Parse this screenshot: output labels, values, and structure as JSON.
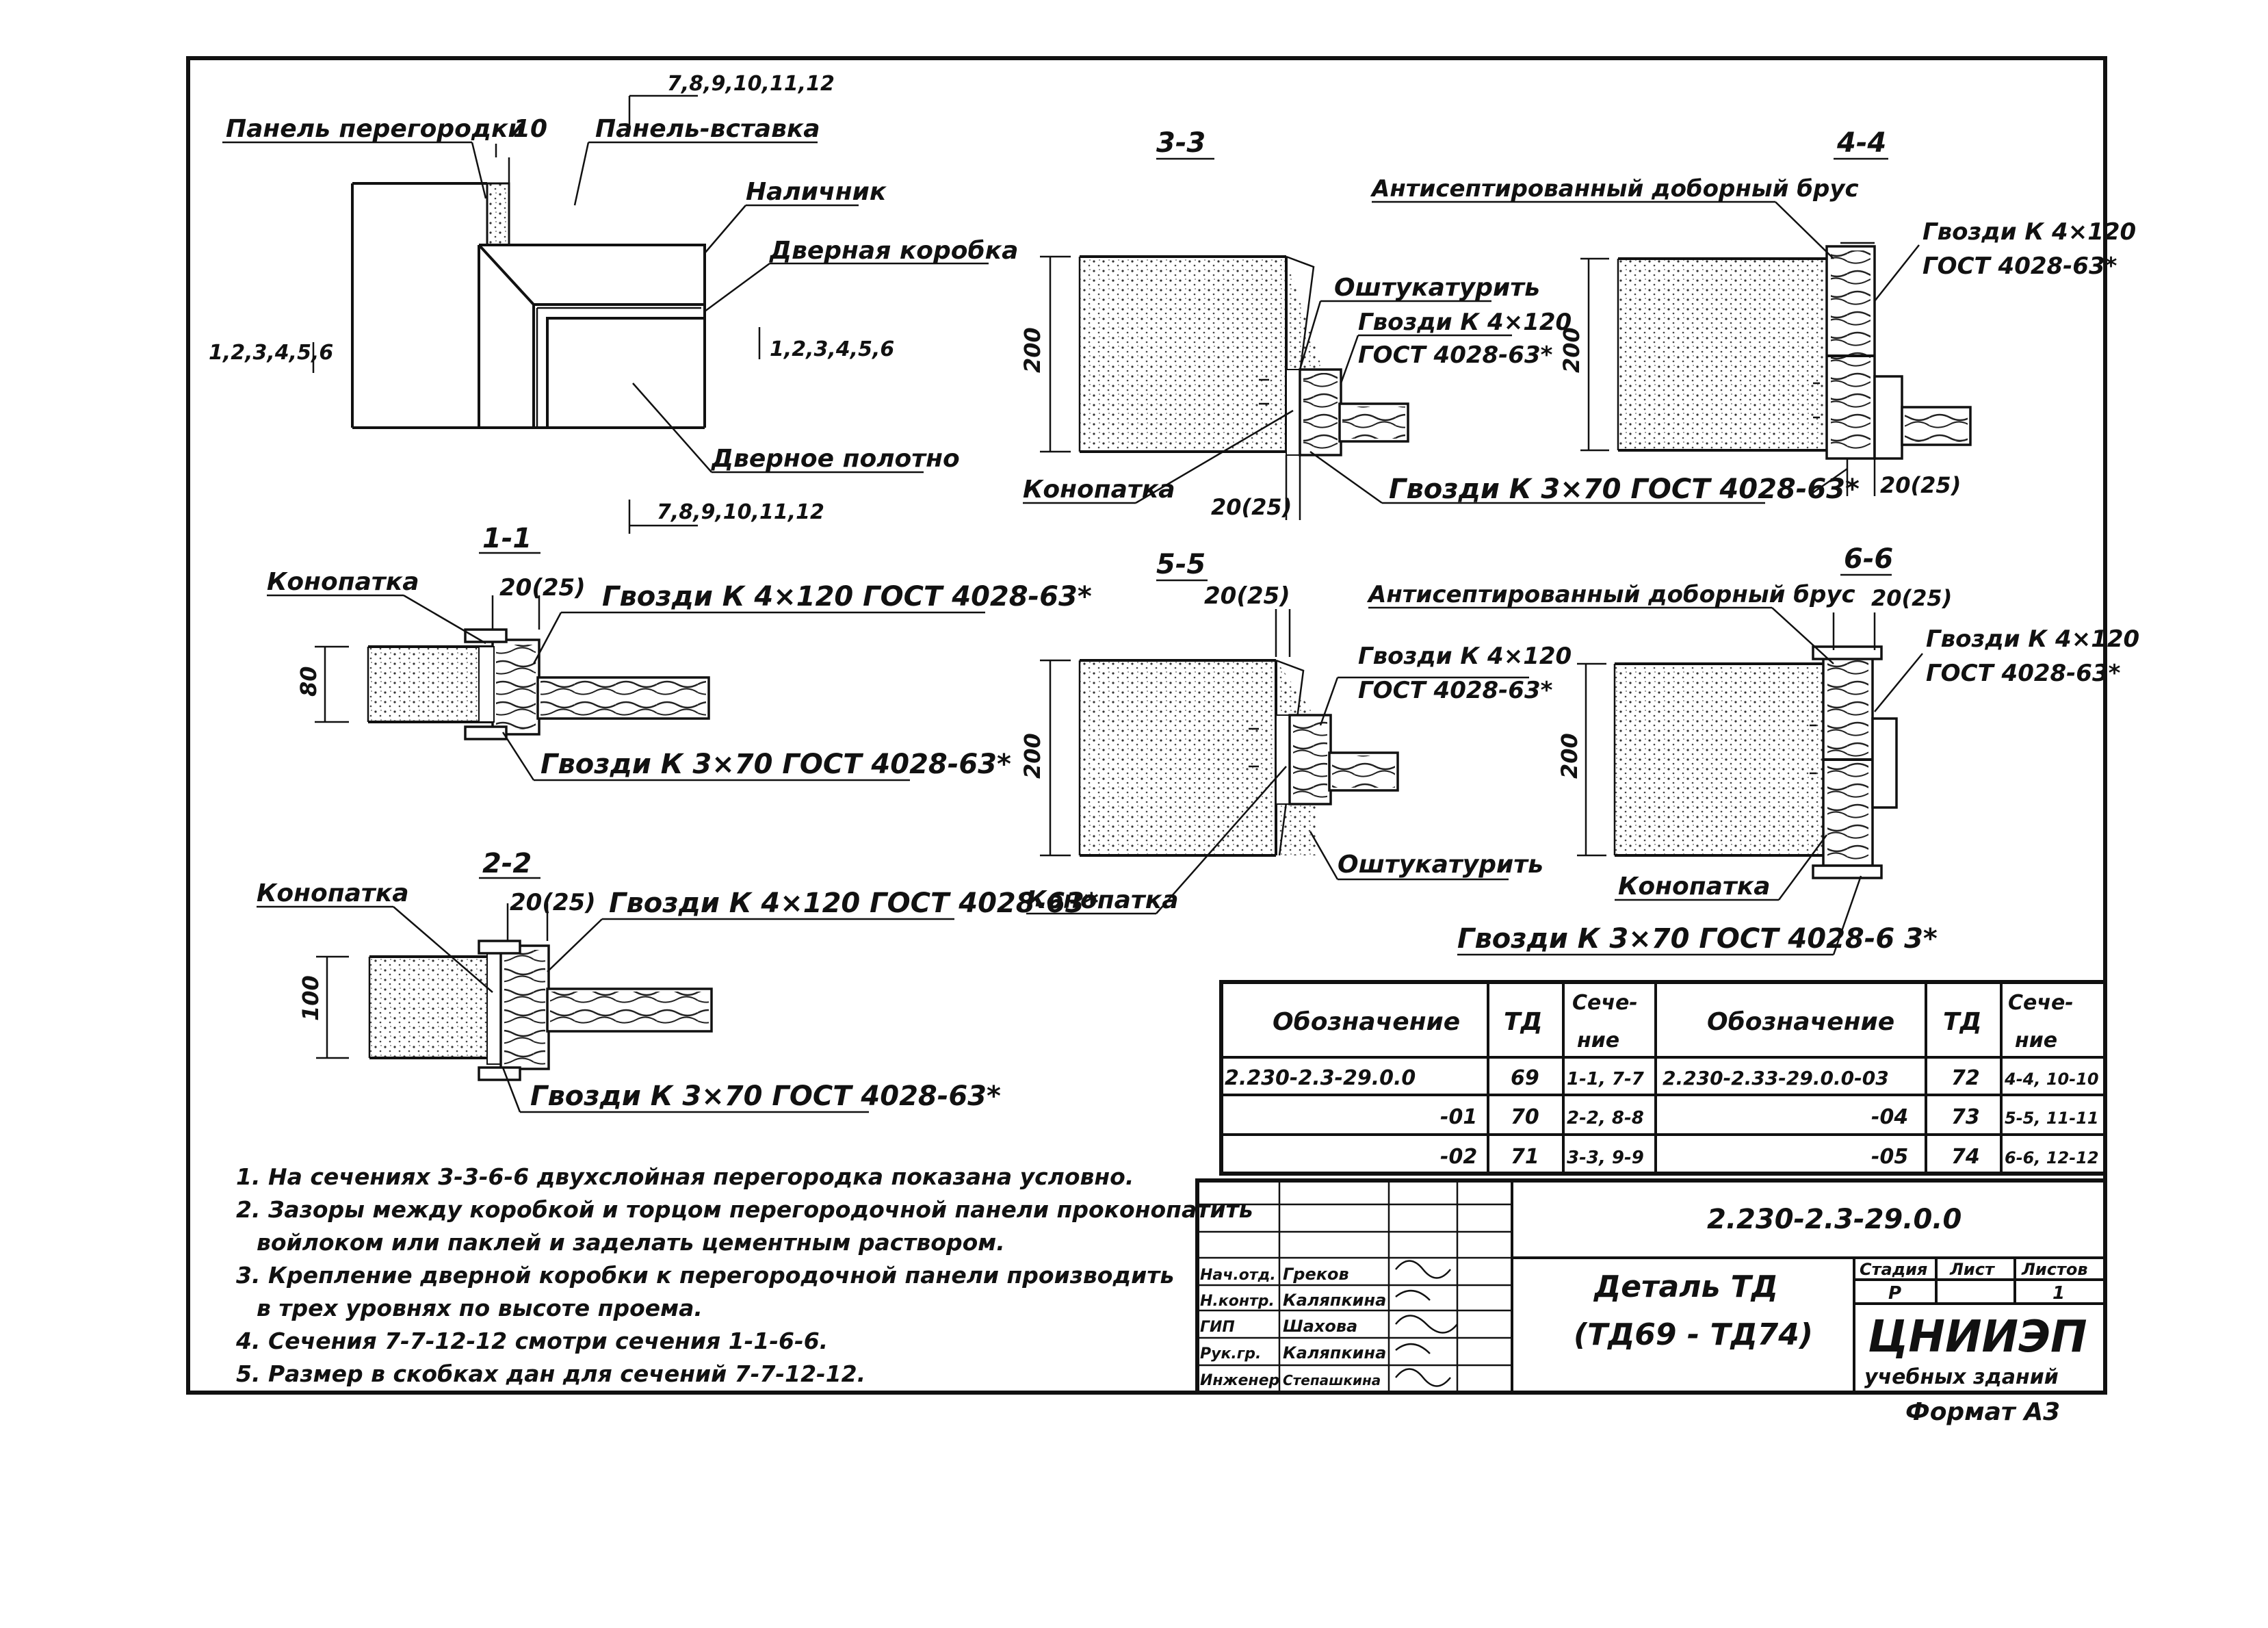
{
  "elevation": {
    "panel_label": "Панель перегородки",
    "gap_dim": "10",
    "insert_label": "Панель-вставка",
    "casing_label": "Наличник",
    "frame_label": "Дверная коробка",
    "leaf_label": "Дверное полотно",
    "sections_top": "7,8,9,10,11,12",
    "sections_bottom": "7,8,9,10,11,12",
    "sections_left": "1,2,3,4,5,6",
    "sections_right": "1,2,3,4,5,6"
  },
  "s11": {
    "title": "1-1",
    "caulk": "Конопатка",
    "dim_w": "20(25)",
    "dim_h": "80",
    "nails_top": "Гвозди К 4×120 ГОСТ 4028-63*",
    "nails_bottom": "Гвозди К 3×70 ГОСТ 4028-63*"
  },
  "s22": {
    "title": "2-2",
    "caulk": "Конопатка",
    "dim_w": "20(25)",
    "dim_h": "100",
    "nails_top": "Гвозди К 4×120 ГОСТ 4028-63*",
    "nails_bottom": "Гвозди К 3×70 ГОСТ 4028-63*"
  },
  "s33": {
    "title": "3-3",
    "plaster": "Оштукатурить",
    "nails_a": "Гвозди К 4×120",
    "nails_b": "ГОСТ 4028-63*",
    "caulk": "Конопатка",
    "dim_w": "20(25)",
    "dim_h": "200",
    "nails_bottom": "Гвозди К 3×70 ГОСТ 4028-63*"
  },
  "s44": {
    "title": "4-4",
    "bar": "Антисептированный доборный брус",
    "nails_a": "Гвозди К 4×120",
    "nails_b": "ГОСТ 4028-63*",
    "dim_h": "200",
    "dim_w": "20(25)"
  },
  "s55": {
    "title": "5-5",
    "dim_w": "20(25)",
    "nails_a": "Гвозди К 4×120",
    "nails_b": "ГОСТ 4028-63*",
    "dim_h": "200",
    "plaster": "Оштукатурить",
    "caulk": "Конопатка"
  },
  "s66": {
    "title": "6-6",
    "bar": "Антисептированный доборный брус",
    "dim_w": "20(25)",
    "nails_a": "Гвозди К 4×120",
    "nails_b": "ГОСТ 4028-63*",
    "dim_h": "200",
    "caulk": "Конопатка",
    "nails_bottom": "Гвозди К 3×70 ГОСТ 4028-6 3*"
  },
  "notes": [
    "1. На сечениях 3-3-6-6 двухслойная перегородка показана условно.",
    "2. Зазоры между коробкой и торцом перегородочной панели проконопатить",
    "войлоком или паклей и заделать цементным раствором.",
    "3. Крепление дверной коробки к перегородочной панели производить",
    "в трех уровнях по высоте проема.",
    "4. Сечения 7-7-12-12 смотри сечения 1-1-6-6.",
    "5. Размер в скобках дан для сечений 7-7-12-12."
  ],
  "spec_table": {
    "headers": [
      "Обозначение",
      "ТД",
      "Сече-",
      "ние",
      "Обозначение",
      "ТД",
      "Сече-",
      "ние"
    ],
    "rows": [
      [
        "2.230-2.3-29.0.0",
        "69",
        "1-1, 7-7",
        "2.230-2.33-29.0.0-03",
        "72",
        "4-4, 10-10"
      ],
      [
        "-01",
        "70",
        "2-2, 8-8",
        "-04",
        "73",
        "5-5, 11-11"
      ],
      [
        "-02",
        "71",
        "3-3, 9-9",
        "-05",
        "74",
        "6-6, 12-12"
      ]
    ]
  },
  "title_block": {
    "code": "2.230-2.3-29.0.0",
    "title_1": "Деталь ТД",
    "title_2": "(ТД69 - ТД74)",
    "stage_h": "Стадия",
    "sheet_h": "Лист",
    "sheets_h": "Листов",
    "stage": "Р",
    "sheets": "1",
    "org_1": "ЦНИИЭП",
    "org_2": "учебных зданий",
    "format": "Формат А3",
    "staff": [
      [
        "Нач.отд.",
        "Греков"
      ],
      [
        "Н.контр.",
        "Каляпкина"
      ],
      [
        "ГИП",
        "Шахова"
      ],
      [
        "Рук.гр.",
        "Каляпкина"
      ],
      [
        "Инженер",
        "Степашкина"
      ]
    ]
  }
}
